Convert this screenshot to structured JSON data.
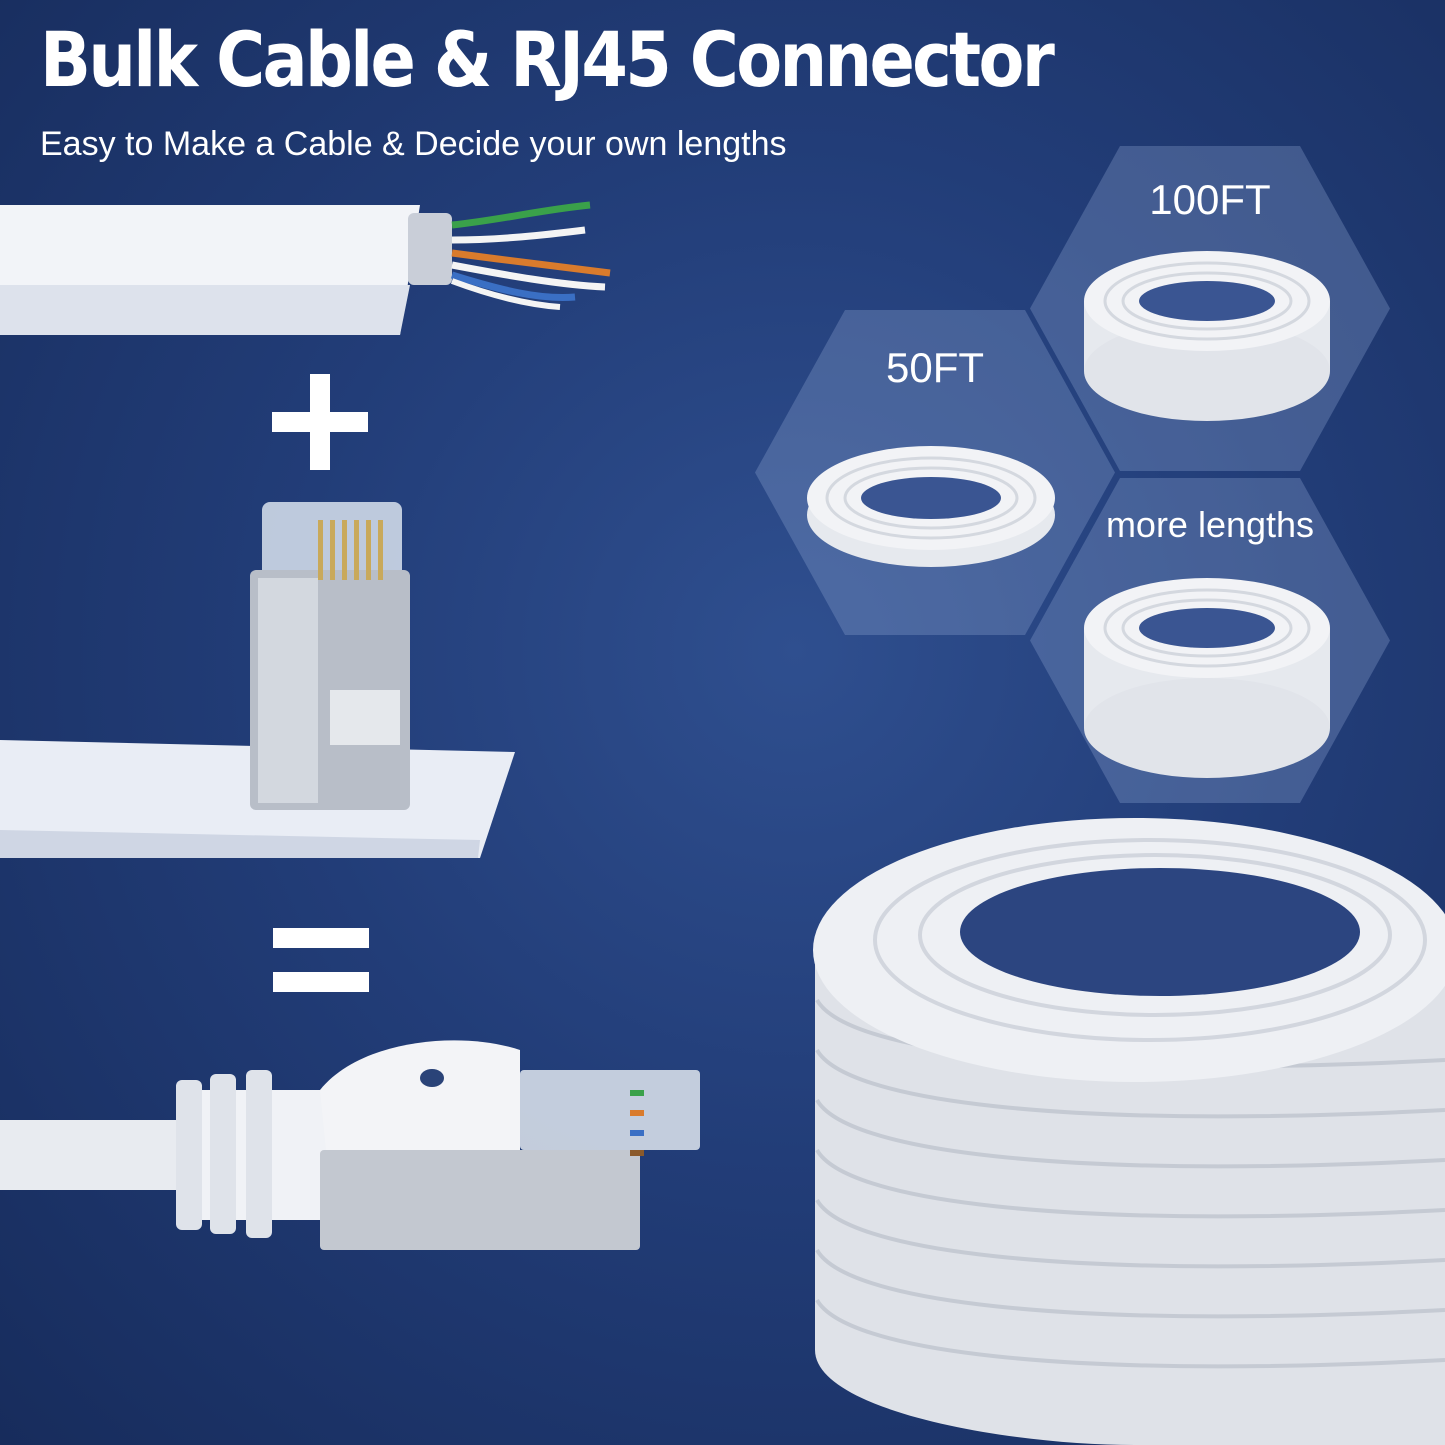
{
  "header": {
    "title": "Bulk Cable & RJ45 Connector",
    "subtitle": "Easy to Make a Cable & Decide your own lengths"
  },
  "length_options": [
    {
      "label": "50FT"
    },
    {
      "label": "100FT"
    },
    {
      "label": "more lengths"
    }
  ],
  "colors": {
    "background": "#223d78",
    "cable": "#eef0f4",
    "hex_panel": "rgba(150,172,214,0.30)"
  }
}
